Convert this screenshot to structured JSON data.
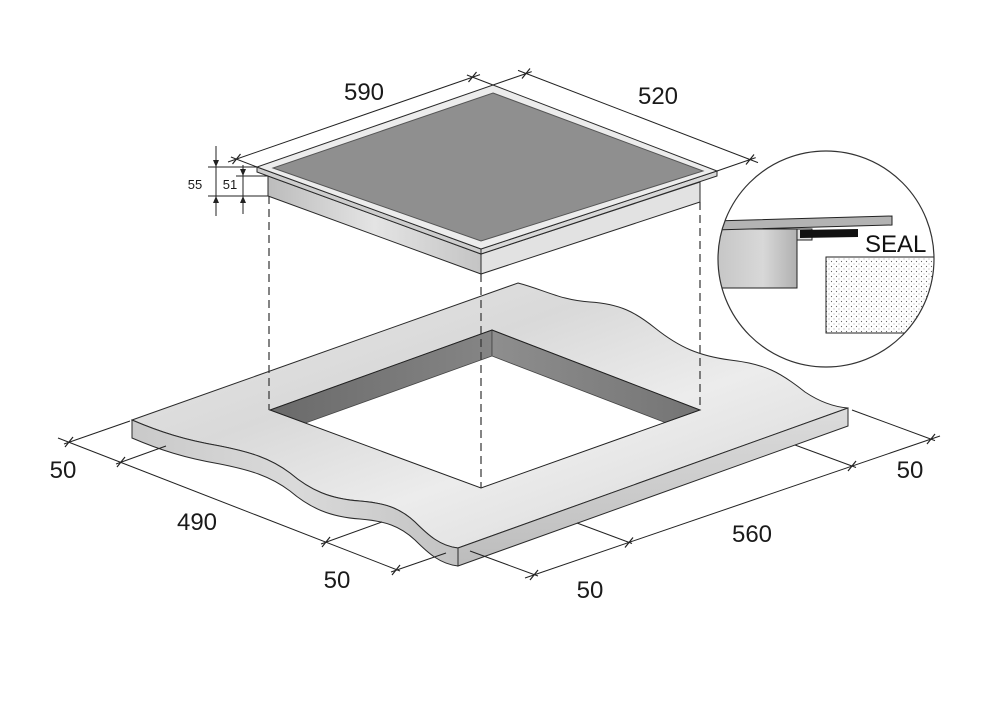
{
  "hob": {
    "dimensions": {
      "width": "590",
      "depth": "520",
      "total_height": "55",
      "body_height": "51"
    }
  },
  "seal_detail": {
    "label": "SEAL"
  },
  "cutout": {
    "depth_chain": [
      "50",
      "490",
      "50"
    ],
    "width_chain": [
      "50",
      "560",
      "50"
    ]
  },
  "colors": {
    "glass": "#8f8f8f",
    "seal": "#111111"
  }
}
